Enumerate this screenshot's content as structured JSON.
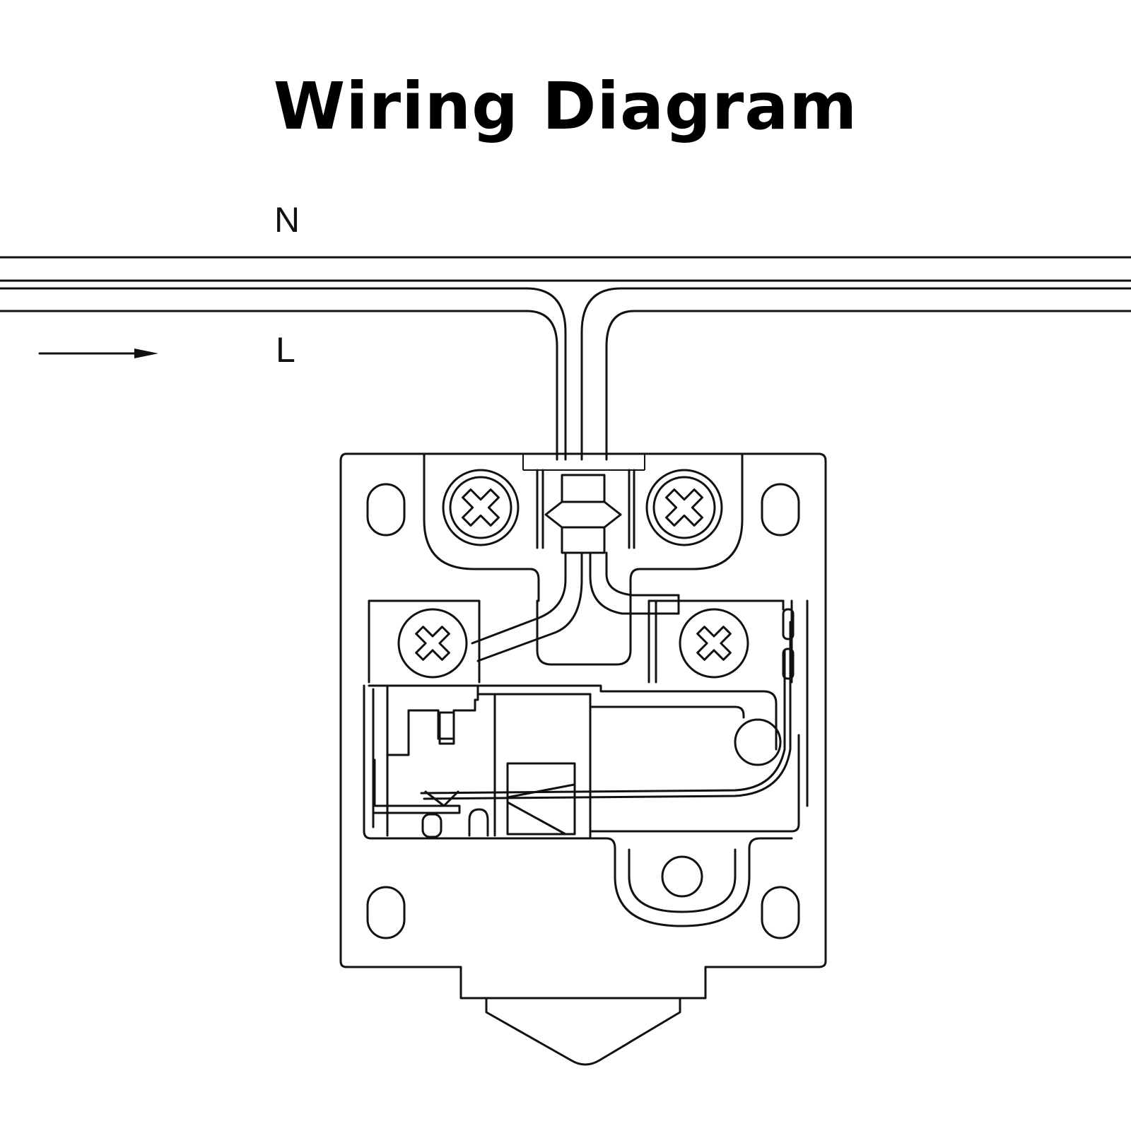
{
  "title": "Wiring Diagram",
  "labels": {
    "neutral": "N",
    "live": "L"
  },
  "direction_arrow": "right-arrow-icon",
  "parts": [
    "neutral-conductor",
    "live-conductor",
    "terminal-screw",
    "switch-housing",
    "microswitch",
    "mounting-hole",
    "actuator-plunger"
  ],
  "colors": {
    "line": "#111111",
    "background": "#ffffff"
  }
}
